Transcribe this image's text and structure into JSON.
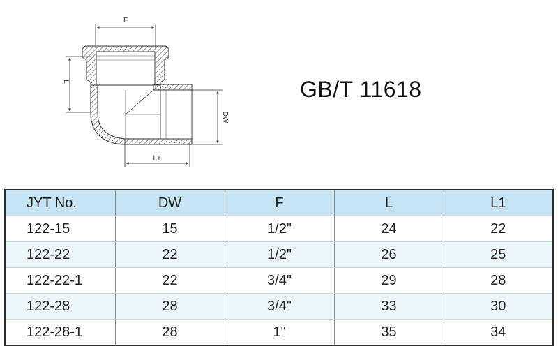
{
  "drawing": {
    "dim_f": "F",
    "dim_l": "L",
    "dim_dw": "DW",
    "dim_l1": "L1"
  },
  "title": "GB/T 11618",
  "table": {
    "headers": [
      "JYT No.",
      "DW",
      "F",
      "L",
      "L1"
    ],
    "rows": [
      [
        "122-15",
        "15",
        "1/2\"",
        "24",
        "22"
      ],
      [
        "122-22",
        "22",
        "1/2\"",
        "26",
        "25"
      ],
      [
        "122-22-1",
        "22",
        "3/4\"",
        "29",
        "28"
      ],
      [
        "122-28",
        "28",
        "3/4\"",
        "33",
        "30"
      ],
      [
        "122-28-1",
        "28",
        "1\"",
        "35",
        "34"
      ]
    ]
  },
  "colors": {
    "header_bg": "#c7e4f4",
    "alt_row_bg": "#ecf6fb",
    "hatch": "#555555"
  }
}
